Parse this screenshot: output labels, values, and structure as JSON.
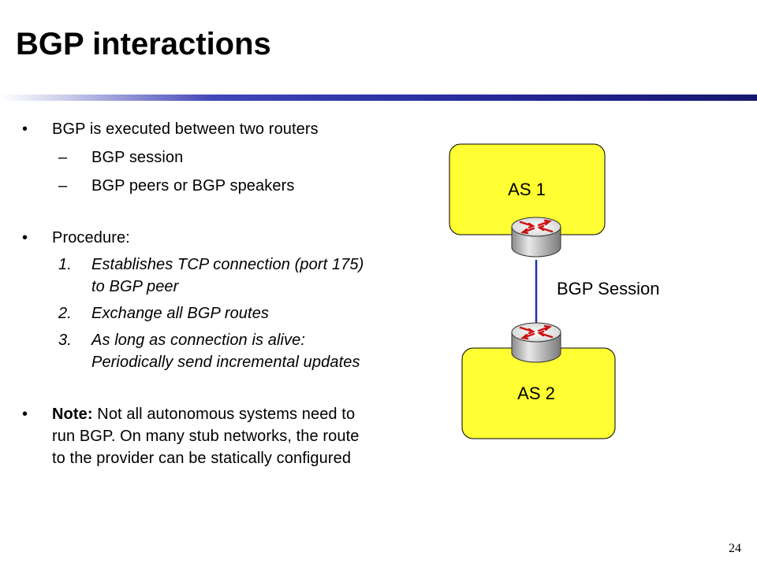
{
  "slide": {
    "title": "BGP interactions",
    "number": "24"
  },
  "bullets": {
    "b1": "BGP is executed between two routers",
    "b1_subs": [
      "BGP session",
      "BGP peers or BGP speakers"
    ],
    "b2": "Procedure:",
    "steps": [
      {
        "num": "1.",
        "line1": "Establishes TCP connection (port 175)",
        "line2": "to BGP peer"
      },
      {
        "num": "2.",
        "line1": "Exchange all BGP routes",
        "line2": ""
      },
      {
        "num": "3.",
        "line1": "As long as connection is alive:",
        "line2": "Periodically send incremental updates"
      }
    ],
    "b3_bold": "Note:",
    "b3_line1": "Not all autonomous systems need to",
    "b3_line2": "run BGP. On many stub networks, the route",
    "b3_line3": "to the provider can be statically configured",
    "bullet_glyph": "•",
    "dash_glyph": "–"
  },
  "diagram": {
    "as1_label": "AS 1",
    "as2_label": "AS 2",
    "session_label": "BGP Session",
    "as_fill": "#ffff33",
    "link_color": "#2233aa",
    "router_icon": "router-icon",
    "arrow_color": "#cc1111"
  },
  "colors": {
    "title_bar_dark": "#1e2188",
    "title_bar_mid": "#4347b8"
  }
}
